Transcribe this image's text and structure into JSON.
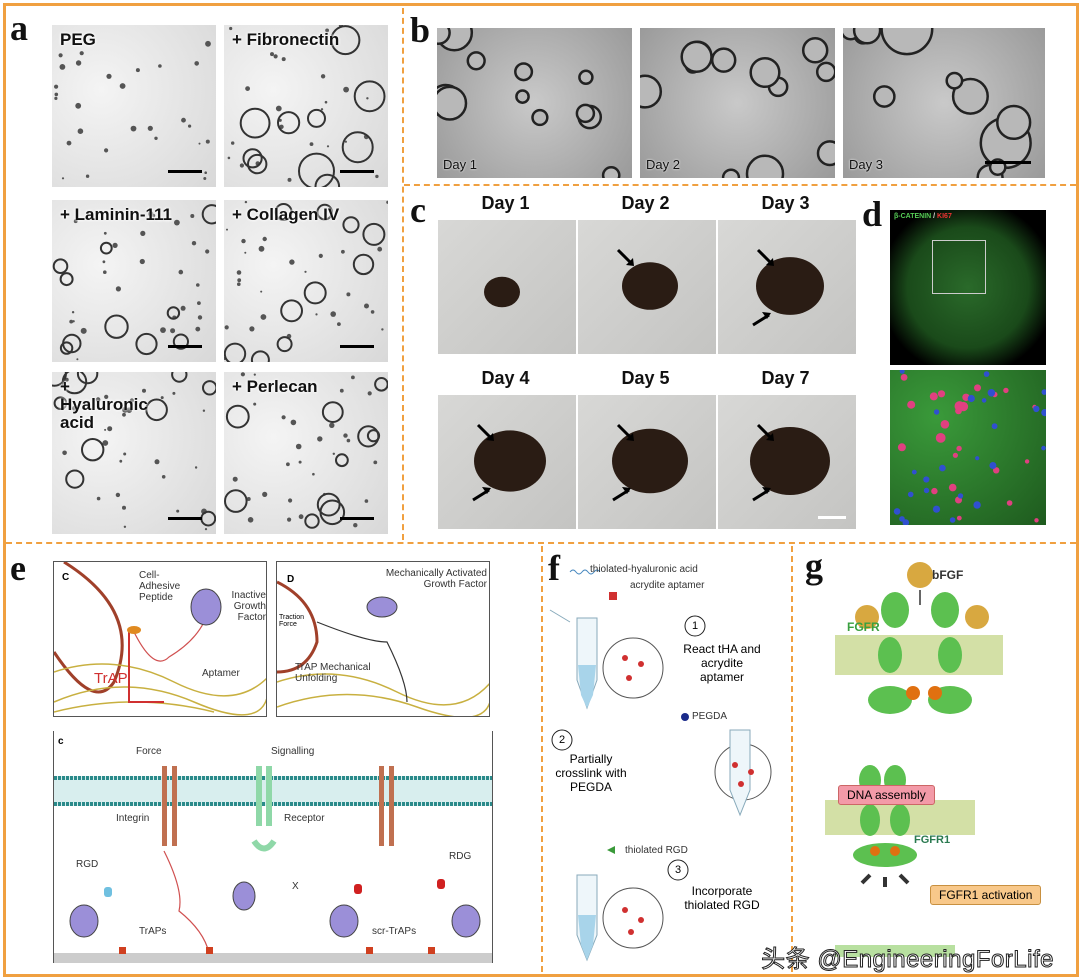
{
  "panels": {
    "a": {
      "label": "a",
      "images": [
        {
          "label": "PEG"
        },
        {
          "label": "+ Fibronectin"
        },
        {
          "label": "+ Laminin-111"
        },
        {
          "label": "+ Collagen IV"
        },
        {
          "label": "+ Hyaluronic acid"
        },
        {
          "label": "+ Perlecan"
        }
      ]
    },
    "b": {
      "label": "b",
      "images": [
        {
          "label": "Day 1"
        },
        {
          "label": "Day 2"
        },
        {
          "label": "Day 3"
        }
      ]
    },
    "c": {
      "label": "c",
      "images": [
        {
          "label": "Day 1"
        },
        {
          "label": "Day 2"
        },
        {
          "label": "Day 3"
        },
        {
          "label": "Day 4"
        },
        {
          "label": "Day 5"
        },
        {
          "label": "Day 7"
        }
      ]
    },
    "d": {
      "label": "d",
      "stain_green": "β-CATENIN",
      "stain_sep": " / ",
      "stain_red": "KI67"
    },
    "e": {
      "label": "e",
      "top_left": {
        "letter": "C",
        "cell_adhesive": "Cell-Adhesive Peptide",
        "inactive_gf": "Inactive Growth Factor",
        "trap": "TrAP",
        "aptamer": "Aptamer"
      },
      "top_right": {
        "letter": "D",
        "activated_gf": "Mechanically Activated Growth Factor",
        "traction": "Traction Force",
        "unfolding": "TrAP Mechanical Unfolding"
      },
      "bottom": {
        "letter": "c",
        "force": "Force",
        "signalling": "Signalling",
        "integrin": "Integrin",
        "receptor": "Receptor",
        "rgd": "RGD",
        "rdg": "RDG",
        "traps": "TrAPs",
        "scr_traps": "scr-TrAPs",
        "x_mark": "X"
      }
    },
    "f": {
      "label": "f",
      "legend_tha": "thiolated-hyaluronic acid",
      "legend_aptamer": "acrydite aptamer",
      "legend_pegda": "PEGDA",
      "legend_rgd": "thiolated RGD",
      "steps": [
        {
          "num": "1",
          "text": "React tHA and acrydite aptamer"
        },
        {
          "num": "2",
          "text": "Partially crosslink with PEGDA"
        },
        {
          "num": "3",
          "text": "Incorporate thiolated RGD"
        }
      ]
    },
    "g": {
      "label": "g",
      "bfgf": "bFGF",
      "fgfr": "FGFR",
      "dna_assembly": "DNA assembly",
      "fgfr1": "FGFR1",
      "activation": "FGFR1 activation"
    }
  },
  "watermark": "头条 @EngineeringForLife",
  "colors": {
    "border": "#f0a040",
    "trap_red": "#d03030",
    "fgfr_green": "#3aa040",
    "membrane": "#2a8a8a"
  }
}
